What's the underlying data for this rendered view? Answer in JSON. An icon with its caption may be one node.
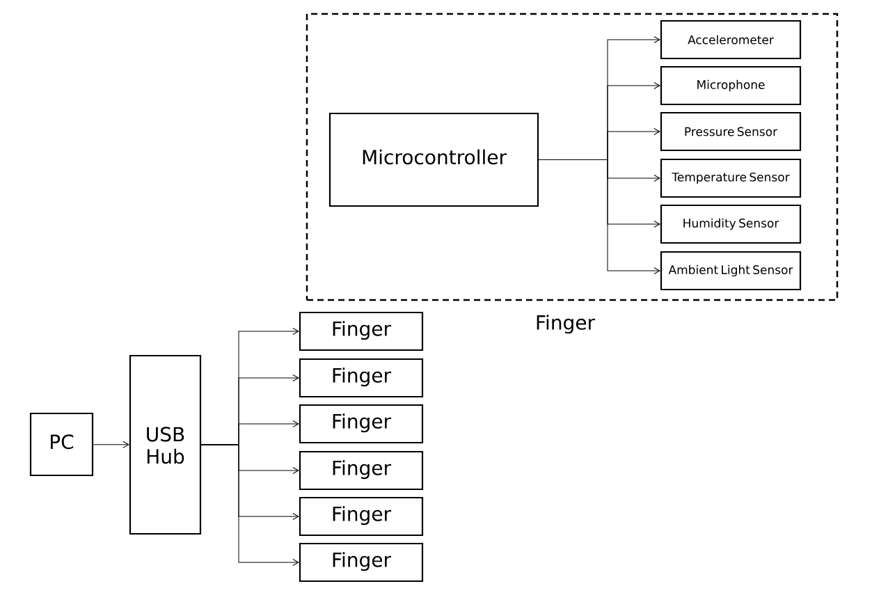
{
  "diagram": {
    "nodes": [
      {
        "text": [
          "Finger"
        ]
      },
      {
        "text": [
          "Microcontroller"
        ],
        "in": 0
      },
      {
        "text": [
          "Accelerometer"
        ],
        "in": 0
      },
      {
        "text": [
          "Microphone"
        ],
        "in": 0
      },
      {
        "text": [
          "Pressure Sensor"
        ],
        "in": 0
      },
      {
        "text": [
          "Temperature Sensor"
        ],
        "in": 0
      },
      {
        "text": [
          "Humidity Sensor"
        ],
        "in": 0
      },
      {
        "text": [
          "Ambient Light Sensor"
        ],
        "in": 0
      },
      {
        "text": [
          "PC"
        ]
      },
      {
        "text": [
          "USB Hub"
        ]
      },
      {
        "text": [
          "Finger"
        ]
      },
      {
        "text": [
          "Finger"
        ]
      },
      {
        "text": [
          "Finger"
        ]
      },
      {
        "text": [
          "Finger"
        ]
      },
      {
        "text": [
          "Finger"
        ]
      },
      {
        "text": [
          "Finger"
        ]
      }
    ],
    "edges": [
      {
        "from": 1,
        "to": 2,
        "arrow": "to"
      },
      {
        "from": 1,
        "to": 3,
        "arrow": "to"
      },
      {
        "from": 1,
        "to": 4,
        "arrow": "to"
      },
      {
        "from": 1,
        "to": 5,
        "arrow": "to"
      },
      {
        "from": 1,
        "to": 6,
        "arrow": "to"
      },
      {
        "from": 1,
        "to": 7,
        "arrow": "to"
      },
      {
        "from": 8,
        "to": 9,
        "arrow": "to"
      },
      {
        "from": 9,
        "to": 10,
        "arrow": "to"
      },
      {
        "from": 9,
        "to": 11,
        "arrow": "to"
      },
      {
        "from": 9,
        "to": 12,
        "arrow": "to"
      },
      {
        "from": 9,
        "to": 13,
        "arrow": "to"
      },
      {
        "from": 9,
        "to": 14,
        "arrow": "to"
      },
      {
        "from": 9,
        "to": 15,
        "arrow": "to"
      }
    ]
  }
}
